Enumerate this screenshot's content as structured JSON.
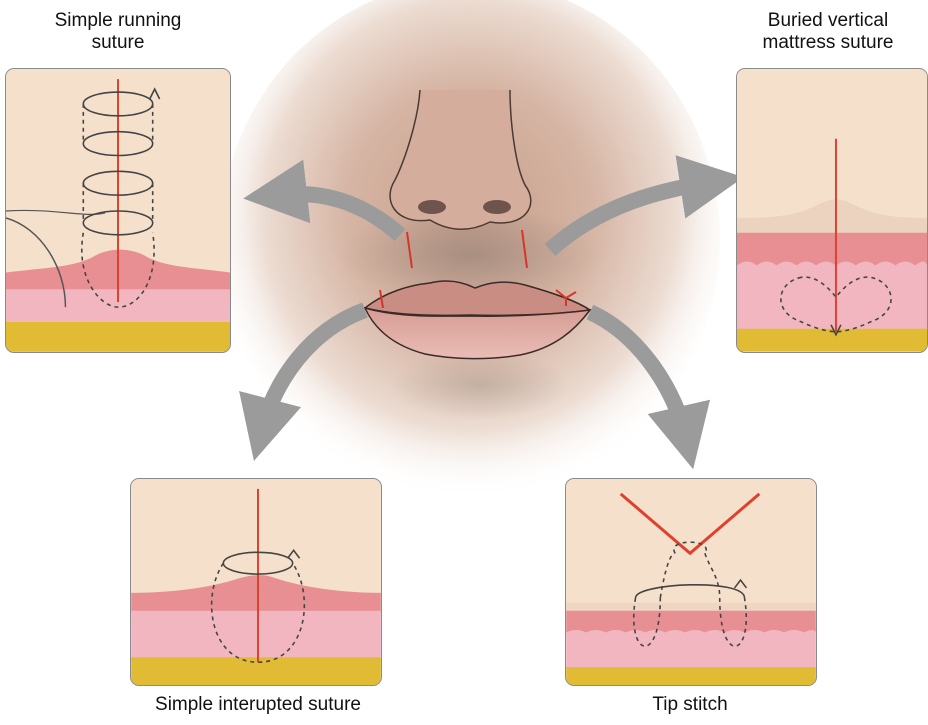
{
  "labels": {
    "top_left": [
      "Simple running",
      "suture"
    ],
    "top_right": [
      "Buried vertical",
      "mattress suture"
    ],
    "bottom_left": "Simple interupted suture",
    "bottom_right": "Tip stitch"
  },
  "colors": {
    "skin_surface": "#f5e0cc",
    "dermis": "#e78f92",
    "dermis_light": "#f2b6c0",
    "fat": "#e0bb33",
    "incision": "#e0402e",
    "arrow": "#9b9b9b",
    "suture": "#444444"
  }
}
